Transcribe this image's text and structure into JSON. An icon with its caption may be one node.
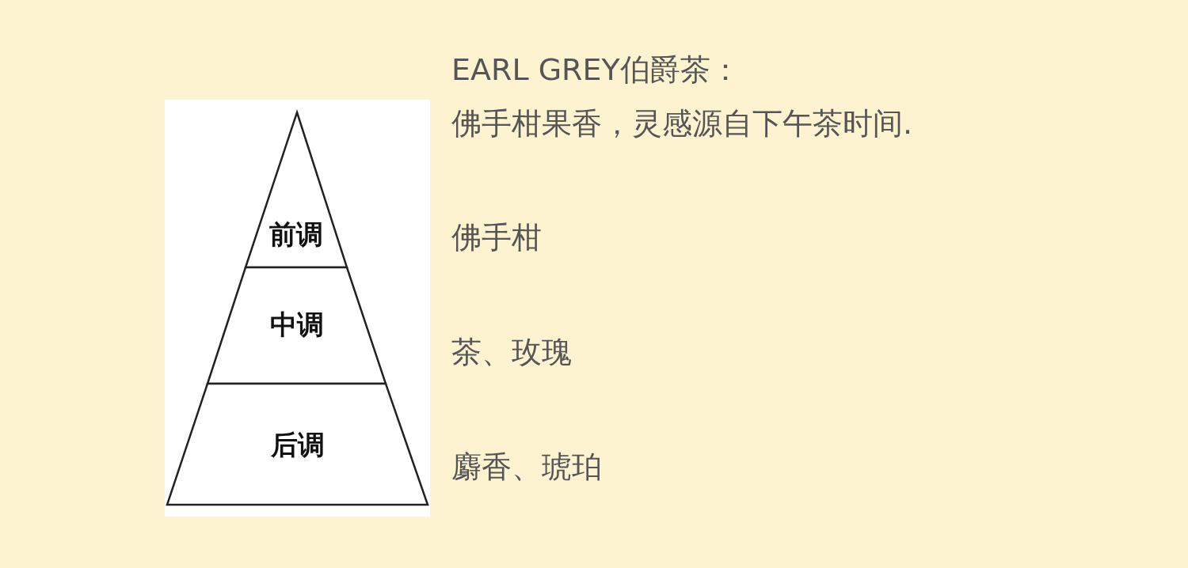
{
  "diagram": {
    "nodes": [
      {
        "text": [
          "前调"
        ]
      },
      {
        "text": [
          "中调"
        ]
      },
      {
        "text": [
          "后调"
        ]
      }
    ],
    "labels": [
      "EARL GREY伯爵茶：",
      "佛手柑果香，灵感源自下午茶时间.",
      "佛手柑",
      "茶、玫瑰",
      "麝香、琥珀"
    ]
  }
}
